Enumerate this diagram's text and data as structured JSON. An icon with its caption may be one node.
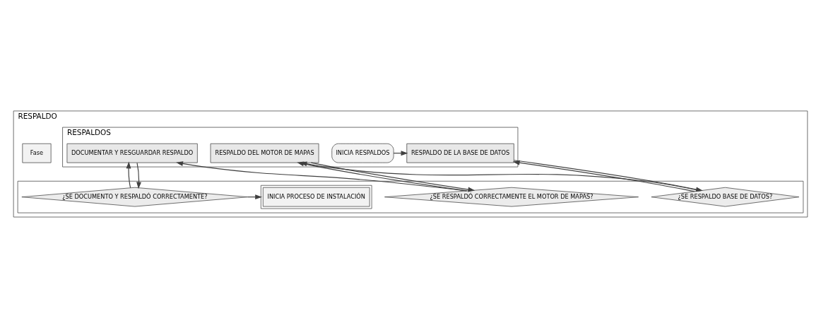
{
  "diagram": {
    "nodes": [
      {
        "text": [
          "RESPALDO"
        ]
      },
      {
        "text": [
          "Fase"
        ],
        "in": 0
      },
      {
        "text": [
          "RESPALDOS"
        ],
        "in": 0
      },
      {
        "text": [],
        "shape": "box",
        "in": 0
      },
      {
        "text": [
          "INICIA RESPALDOS"
        ],
        "in": 2
      },
      {
        "text": [
          "RESPALDO DE LA BASE DE DATOS"
        ],
        "in": 2
      },
      {
        "text": [
          "¿SE RESPALDO BASE DE DATOS?"
        ],
        "in": 3
      },
      {
        "text": [
          "RESPALDO DEL MOTOR DE MAPAS"
        ],
        "in": 2
      },
      {
        "text": [
          "¿SE RESPALDÓ CORRECTAMENTE EL MOTOR DE MAPAS?"
        ],
        "in": 3
      },
      {
        "text": [
          "DOCUMENTAR Y RESGUARDAR RESPALDO"
        ],
        "in": 2
      },
      {
        "text": [
          "¿SE DOCUMENTO Y RESPALDÓ CORRECTAMENTE?"
        ],
        "in": 3
      },
      {
        "text": [
          "INICIA PROCESO DE INSTALACIÓN"
        ],
        "in": 3
      }
    ],
    "edges": [
      {
        "from": 4,
        "to": 5,
        "arrow": "to"
      },
      {
        "from": 5,
        "to": 6,
        "arrow": "to"
      },
      {
        "from": 6,
        "to": 5,
        "arrow": "to"
      },
      {
        "from": 6,
        "to": 7,
        "arrow": "to"
      },
      {
        "from": 7,
        "to": 8,
        "arrow": "to"
      },
      {
        "from": 8,
        "to": 7,
        "arrow": "to"
      },
      {
        "from": 8,
        "to": 9,
        "arrow": "to"
      },
      {
        "from": 9,
        "to": 10,
        "arrow": "to"
      },
      {
        "from": 10,
        "to": 9,
        "arrow": "to"
      },
      {
        "from": 10,
        "to": 11,
        "arrow": "to"
      }
    ]
  }
}
